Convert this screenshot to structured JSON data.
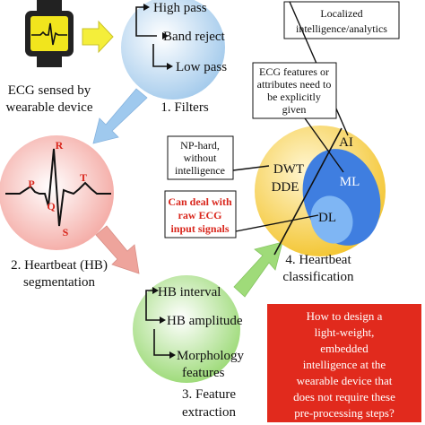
{
  "device": {
    "caption_line1": "ECG sensed by",
    "caption_line2": "wearable device"
  },
  "filters": {
    "items": [
      "High pass",
      "Band reject",
      "Low pass"
    ],
    "caption": "1. Filters"
  },
  "segmentation": {
    "wave_labels": {
      "r": "R",
      "p": "P",
      "q": "Q",
      "t": "T",
      "s": "S"
    },
    "caption_line1": "2. Heartbeat (HB)",
    "caption_line2": "segmentation"
  },
  "feature_extraction": {
    "items": [
      "HB interval",
      "HB amplitude",
      "Morphology",
      "features"
    ],
    "caption_line1": "3. Feature",
    "caption_line2": "extraction"
  },
  "classification": {
    "ai_label": "AI",
    "ml_label": "ML",
    "dl_label": "DL",
    "dwt_label": "DWT",
    "dde_label": "DDE",
    "caption_line1": "4. Heartbeat",
    "caption_line2": "classification"
  },
  "callouts": {
    "localized": [
      "Localized",
      "intelligence/analytics"
    ],
    "ecg_features": [
      "ECG features or",
      "attributes need to",
      "be explicitly",
      "given"
    ],
    "np_hard": [
      "NP-hard,",
      "without",
      "intelligence"
    ],
    "raw_ecg": [
      "Can deal with",
      "raw ECG",
      "input signals"
    ]
  },
  "question_box": {
    "lines": [
      "How to design a",
      "light-weight,",
      "embedded",
      "intelligence at the",
      "wearable device that",
      "does not require these",
      "pre-processing steps?"
    ]
  },
  "colors": {
    "filters_circle": "#b7d7f1",
    "segmentation_circle": "#f5a9a4",
    "feature_circle": "#a9dc85",
    "ai_circle": "#f6c730",
    "ml_ellipse": "#3f7ee0",
    "dl_ellipse": "#7fb6f4",
    "question_box": "#e12a1d",
    "arrow_yellow": "#f4ee3a",
    "arrow_blue": "#9fc9ee",
    "arrow_pink": "#eea49c",
    "arrow_green": "#9fdb79"
  }
}
